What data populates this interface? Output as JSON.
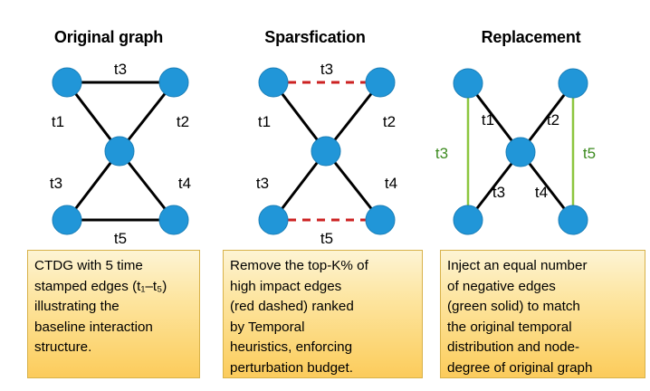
{
  "figure": {
    "background": "#ffffff",
    "node_color": "#2196d8",
    "node_stroke": "#1b7fb8",
    "edge_color": "#000000",
    "removed_edge_color": "#cc2222",
    "injected_edge_color": "#8cc63f",
    "caption_fill_top": "#fdf4d4",
    "caption_fill_bottom": "#fcd168",
    "caption_border": "#d8b24a"
  },
  "panels": [
    {
      "id": "original",
      "title": "Original graph",
      "edges": [
        {
          "label": "t3",
          "style": "solid",
          "color": "#000000"
        },
        {
          "label": "t1",
          "style": "solid",
          "color": "#000000"
        },
        {
          "label": "t2",
          "style": "solid",
          "color": "#000000"
        },
        {
          "label": "t3",
          "style": "solid",
          "color": "#000000"
        },
        {
          "label": "t4",
          "style": "solid",
          "color": "#000000"
        },
        {
          "label": "t5",
          "style": "solid",
          "color": "#000000"
        }
      ],
      "labels": {
        "top": "t3",
        "upper_left": "t1",
        "upper_right": "t2",
        "lower_left": "t3",
        "lower_right": "t4",
        "bottom": "t5"
      },
      "caption_lines": [
        "CTDG with 5 time",
        "stamped edges (t₁–t₅)",
        "illustrating the",
        "baseline interaction",
        "structure."
      ]
    },
    {
      "id": "sparsification",
      "title": "Sparsfication",
      "labels": {
        "top": "t3",
        "upper_left": "t1",
        "upper_right": "t2",
        "lower_left": "t3",
        "lower_right": "t4",
        "bottom": "t5"
      },
      "caption_lines": [
        "Remove the top-K% of",
        "high impact edges",
        "(red dashed) ranked",
        "by Temporal",
        "heuristics, enforcing",
        "perturbation budget."
      ]
    },
    {
      "id": "replacement",
      "title": "Replacement",
      "labels": {
        "left_vertical": "t3",
        "right_vertical": "t5",
        "upper_left": "t1",
        "upper_right": "t2",
        "lower_left": "t3",
        "lower_right": "t4"
      },
      "caption_lines": [
        "Inject an equal number",
        "of negative edges",
        "(green solid)  to match",
        "the original temporal",
        "distribution and node-",
        "degree of original graph"
      ]
    }
  ]
}
